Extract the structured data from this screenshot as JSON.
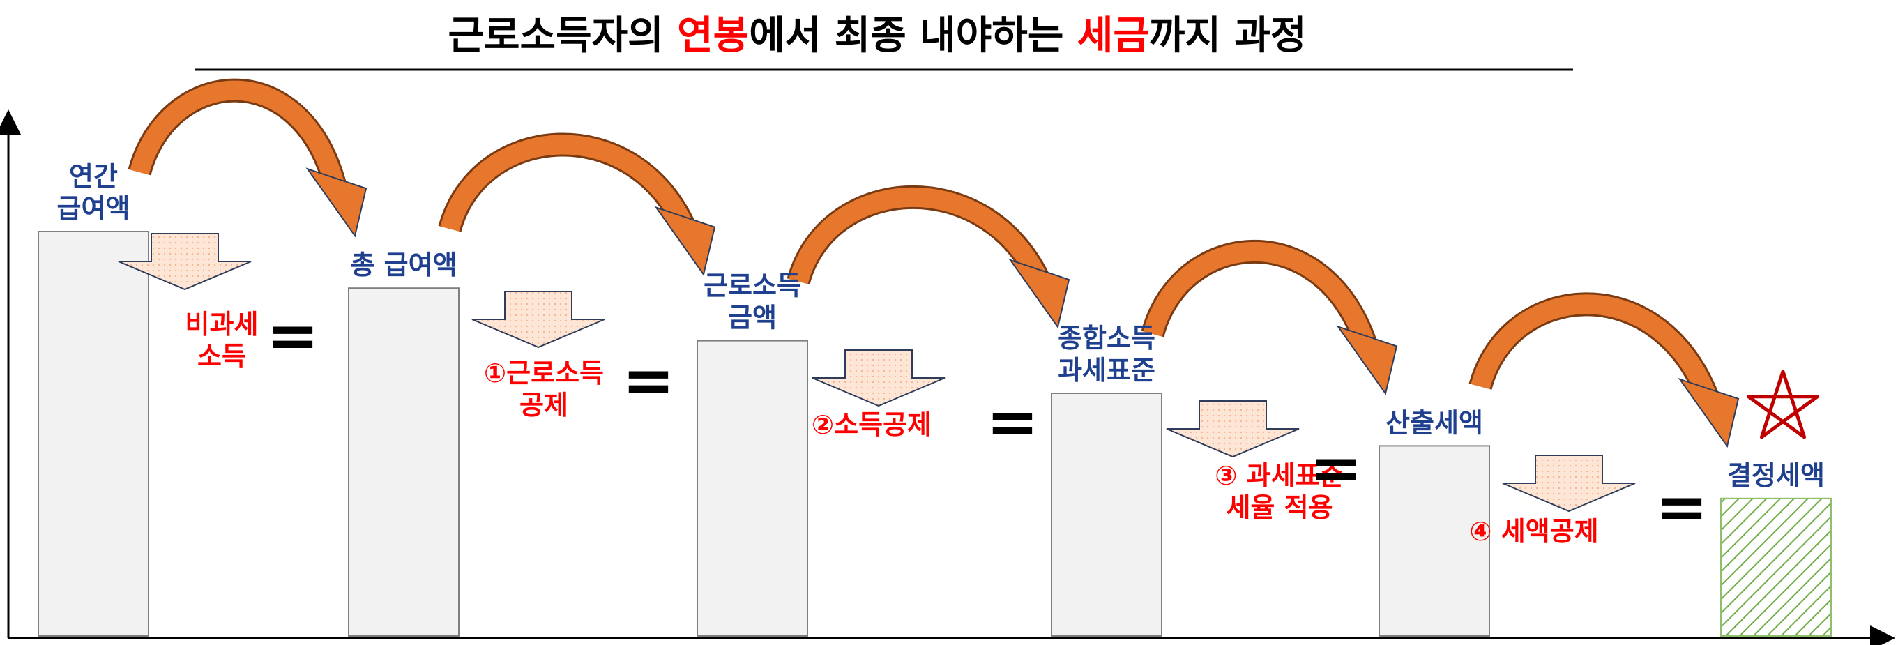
{
  "title": {
    "part1": "근로소득자의 ",
    "highlight1": "연봉",
    "part2": "에서 최종 내야하는 ",
    "highlight2": "세금",
    "part3": "까지 과정"
  },
  "colors": {
    "highlight": "#ff0000",
    "label_blue": "#1f3f8f",
    "bar_fill": "#f2f2f2",
    "curved_arrow": "#e8772e",
    "down_arrow": "#fde6d6",
    "final_hatch": "#70ad47",
    "star": "#c00000"
  },
  "steps": [
    {
      "id": "annual-salary",
      "lines": [
        "연간",
        "급여액"
      ],
      "level": 1.0
    },
    {
      "id": "total-salary",
      "lines": [
        "총 급여액"
      ],
      "level": 0.86
    },
    {
      "id": "earned-income",
      "lines": [
        "근로소득",
        "금액"
      ],
      "level": 0.73
    },
    {
      "id": "tax-base",
      "lines": [
        "종합소득",
        "과세표준"
      ],
      "level": 0.6
    },
    {
      "id": "calculated-tax",
      "lines": [
        "산출세액"
      ],
      "level": 0.47
    },
    {
      "id": "determined-tax",
      "lines": [
        "결정세액"
      ],
      "level": 0.34,
      "hatched": true
    }
  ],
  "deductions": [
    {
      "id": "nontaxable",
      "lines": [
        "비과세",
        "소득"
      ]
    },
    {
      "id": "earned-income-deduction",
      "lines": [
        "①근로소득",
        "공제"
      ]
    },
    {
      "id": "income-deduction",
      "lines": [
        "②소득공제"
      ]
    },
    {
      "id": "apply-rate",
      "lines": [
        "③ 과세표준",
        "세율 적용"
      ]
    },
    {
      "id": "tax-credit",
      "lines": [
        "④ 세액공제"
      ]
    }
  ],
  "equals_symbol": "="
}
